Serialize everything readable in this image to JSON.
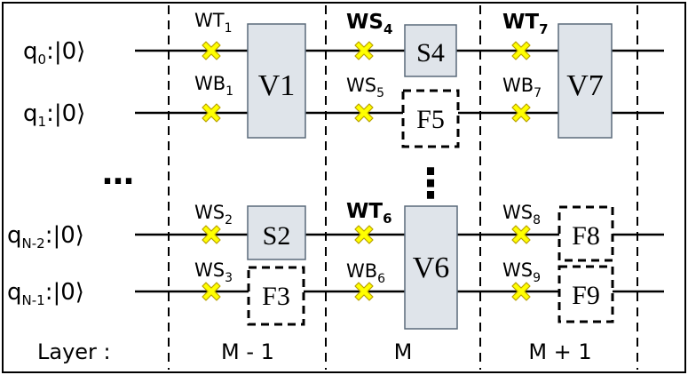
{
  "qubits": [
    {
      "name": "q",
      "sub": "0",
      "ket": ":|0⟩"
    },
    {
      "name": "q",
      "sub": "1",
      "ket": ":|0⟩"
    },
    {
      "name": "q",
      "sub": "N-2",
      "ket": ":|0⟩"
    },
    {
      "name": "q",
      "sub": "N-1",
      "ket": ":|0⟩"
    }
  ],
  "ellipsis_h": "…",
  "ellipsis_v": "⋮",
  "markers": [
    {
      "name": "WT",
      "sub": "1",
      "bold": false
    },
    {
      "name": "WB",
      "sub": "1",
      "bold": false
    },
    {
      "name": "WS",
      "sub": "2",
      "bold": false
    },
    {
      "name": "WS",
      "sub": "3",
      "bold": false
    },
    {
      "name": "WS",
      "sub": "4",
      "bold": true
    },
    {
      "name": "WS",
      "sub": "5",
      "bold": false
    },
    {
      "name": "WT",
      "sub": "6",
      "bold": true
    },
    {
      "name": "WB",
      "sub": "6",
      "bold": false
    },
    {
      "name": "WT",
      "sub": "7",
      "bold": true
    },
    {
      "name": "WB",
      "sub": "7",
      "bold": false
    },
    {
      "name": "WS",
      "sub": "8",
      "bold": false
    },
    {
      "name": "WS",
      "sub": "9",
      "bold": false
    }
  ],
  "gates": [
    {
      "label": "V1",
      "style": "solid"
    },
    {
      "label": "S2",
      "style": "solid"
    },
    {
      "label": "F3",
      "style": "dashed"
    },
    {
      "label": "S4",
      "style": "solid"
    },
    {
      "label": "F5",
      "style": "dashed"
    },
    {
      "label": "V6",
      "style": "solid"
    },
    {
      "label": "V7",
      "style": "solid"
    },
    {
      "label": "F8",
      "style": "dashed"
    },
    {
      "label": "F9",
      "style": "dashed"
    }
  ],
  "layer_title": "Layer :",
  "layers": [
    "M - 1",
    "M",
    "M + 1"
  ],
  "colors": {
    "gate_fill": "#dfe4ea",
    "gate_stroke": "#5a6a7a",
    "marker_fill": "#ffff00",
    "marker_stroke": "#b8a000",
    "line": "#000000"
  }
}
